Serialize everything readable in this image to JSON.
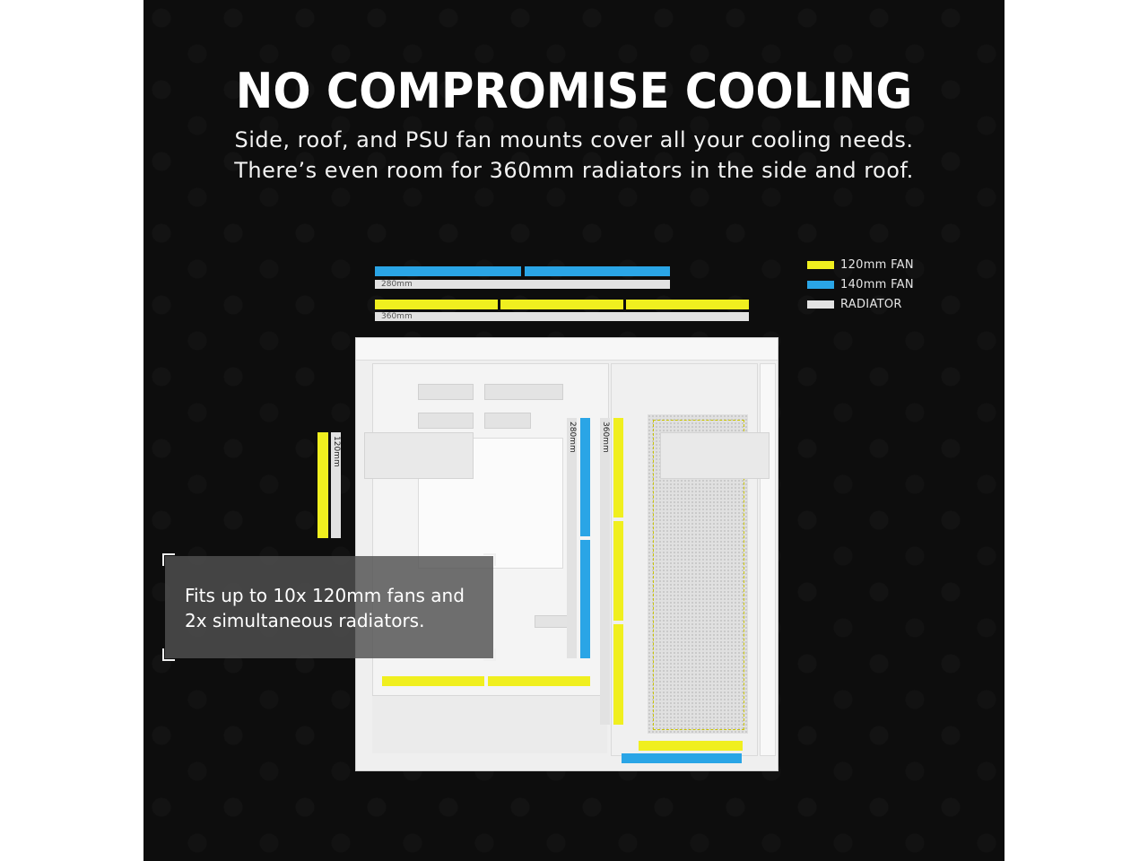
{
  "headline": "NO COMPROMISE COOLING",
  "subtitle": {
    "line1": "Side, roof, and PSU fan mounts cover all your cooling needs.",
    "line2": "There’s even room for 360mm radiators in the side and roof."
  },
  "legend": [
    {
      "label": "120mm FAN",
      "color": "#f0ef1f"
    },
    {
      "label": "140mm FAN",
      "color": "#2aa5e6"
    },
    {
      "label": "RADIATOR",
      "color": "#e2e2e2"
    }
  ],
  "dimension_labels": {
    "roof_280": "280mm",
    "roof_360": "360mm",
    "rear_120": "120mm",
    "side_280": "280mm",
    "side_360": "360mm"
  },
  "callout": {
    "line1": "Fits up to 10x 120mm fans and",
    "line2": "2x simultaneous radiators."
  },
  "colors": {
    "background": "#0d0d0d",
    "fan_120": "#f0ef1f",
    "fan_140": "#2aa5e6",
    "radiator": "#e2e2e2"
  }
}
